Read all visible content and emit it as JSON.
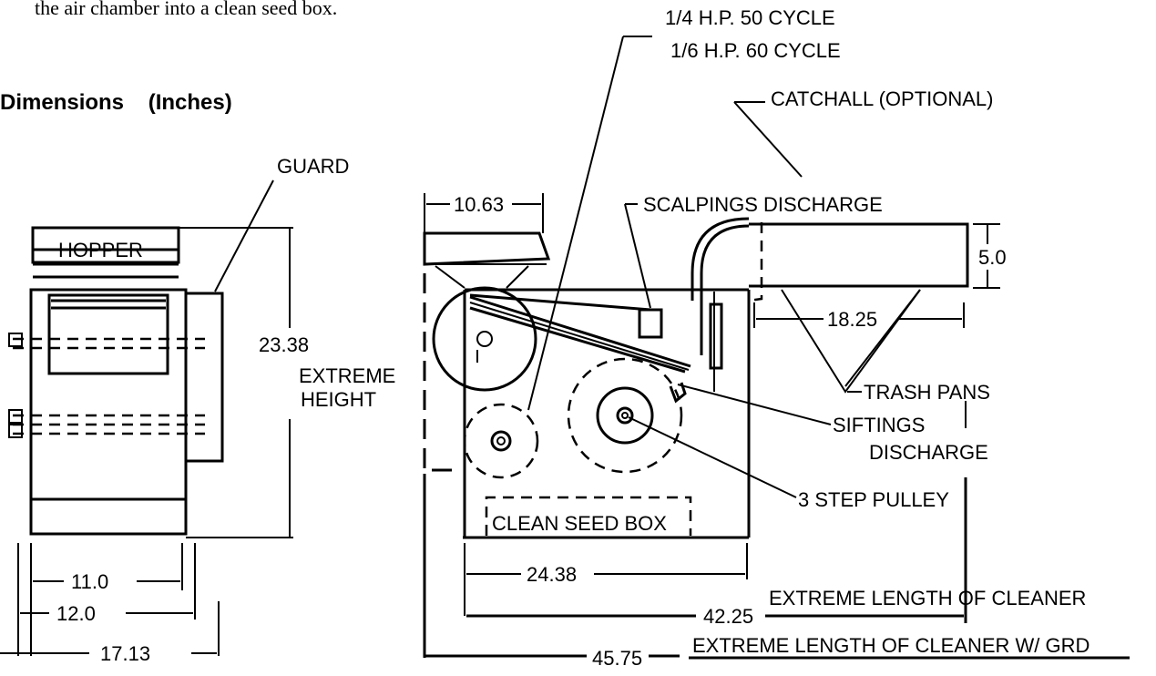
{
  "intro_text": "the air chamber into a clean seed box.",
  "section_title": "Dimensions    (Inches)",
  "labels": {
    "motor_50": "1/4 H.P. 50 CYCLE",
    "motor_60": "1/6 H.P. 60 CYCLE",
    "catchall": "CATCHALL (OPTIONAL)",
    "guard": "GUARD",
    "hopper": "HOPPER",
    "scalpings": "SCALPINGS DISCHARGE",
    "trash_pans": "TRASH PANS",
    "siftings_1": "SIFTINGS",
    "siftings_2": "DISCHARGE",
    "pulley": "3 STEP PULLEY",
    "clean_seed_box": "CLEAN SEED BOX",
    "extreme_height_1": "EXTREME",
    "extreme_height_2": "HEIGHT",
    "extreme_length": "EXTREME LENGTH OF CLEANER",
    "extreme_length_grd": "EXTREME LENGTH OF CLEANER W/ GRD"
  },
  "dimensions": {
    "d_10_63": "10.63",
    "d_5_0": "5.0",
    "d_18_25": "18.25",
    "d_23_38": "23.38",
    "d_11_0": "11.0",
    "d_12_0": "12.0",
    "d_17_13": "17.13",
    "d_24_38": "24.38",
    "d_42_25": "42.25",
    "d_45_75": "45.75"
  }
}
